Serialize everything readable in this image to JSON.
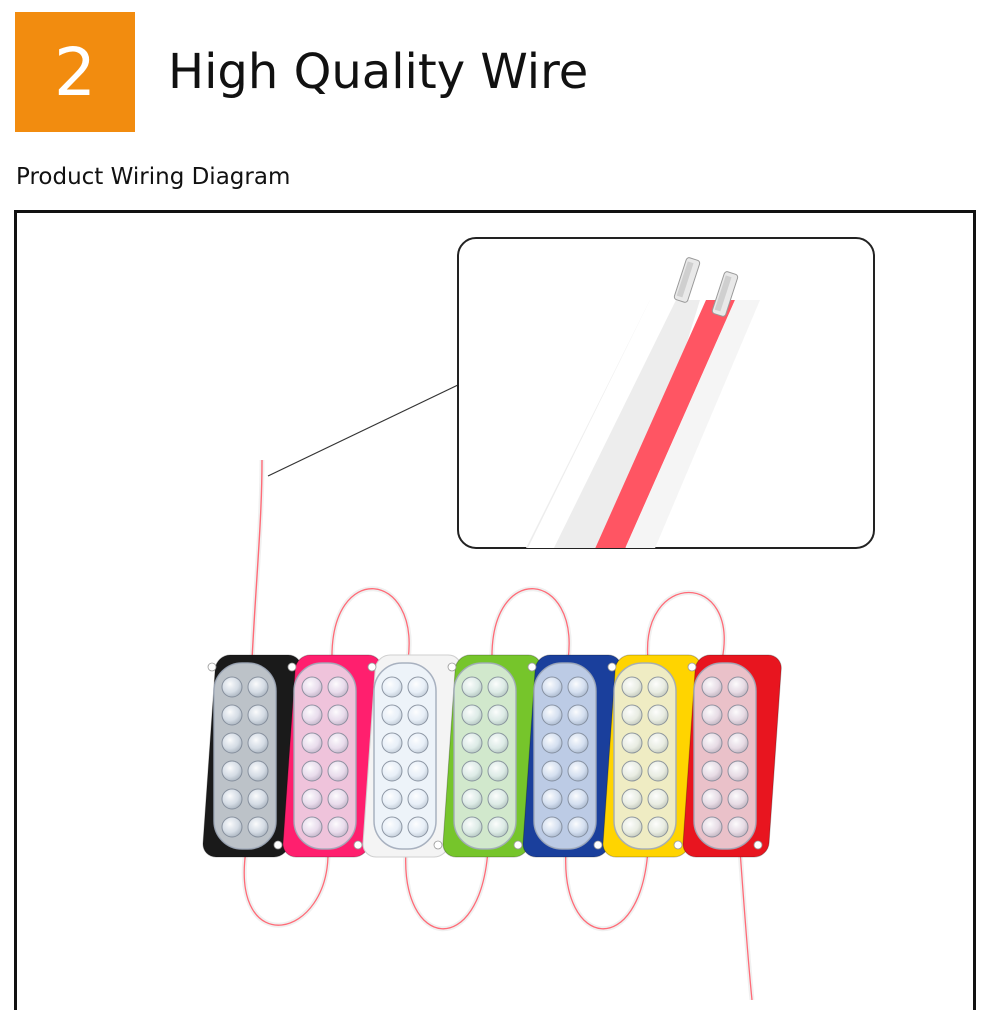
{
  "header": {
    "step_number": "2",
    "title": "High Quality Wire",
    "accent_color": "#F28C0F"
  },
  "section": {
    "subtitle": "Product Wiring Diagram"
  },
  "product": {
    "module_colors": [
      "#1a1a1a",
      "#ff1f6e",
      "#f4f4f4",
      "#76c52b",
      "#1a3f9c",
      "#ffd400",
      "#e8151f"
    ],
    "wire_colors": {
      "insulation": "#f2f2f2",
      "stripe": "#ff4b5c"
    }
  }
}
